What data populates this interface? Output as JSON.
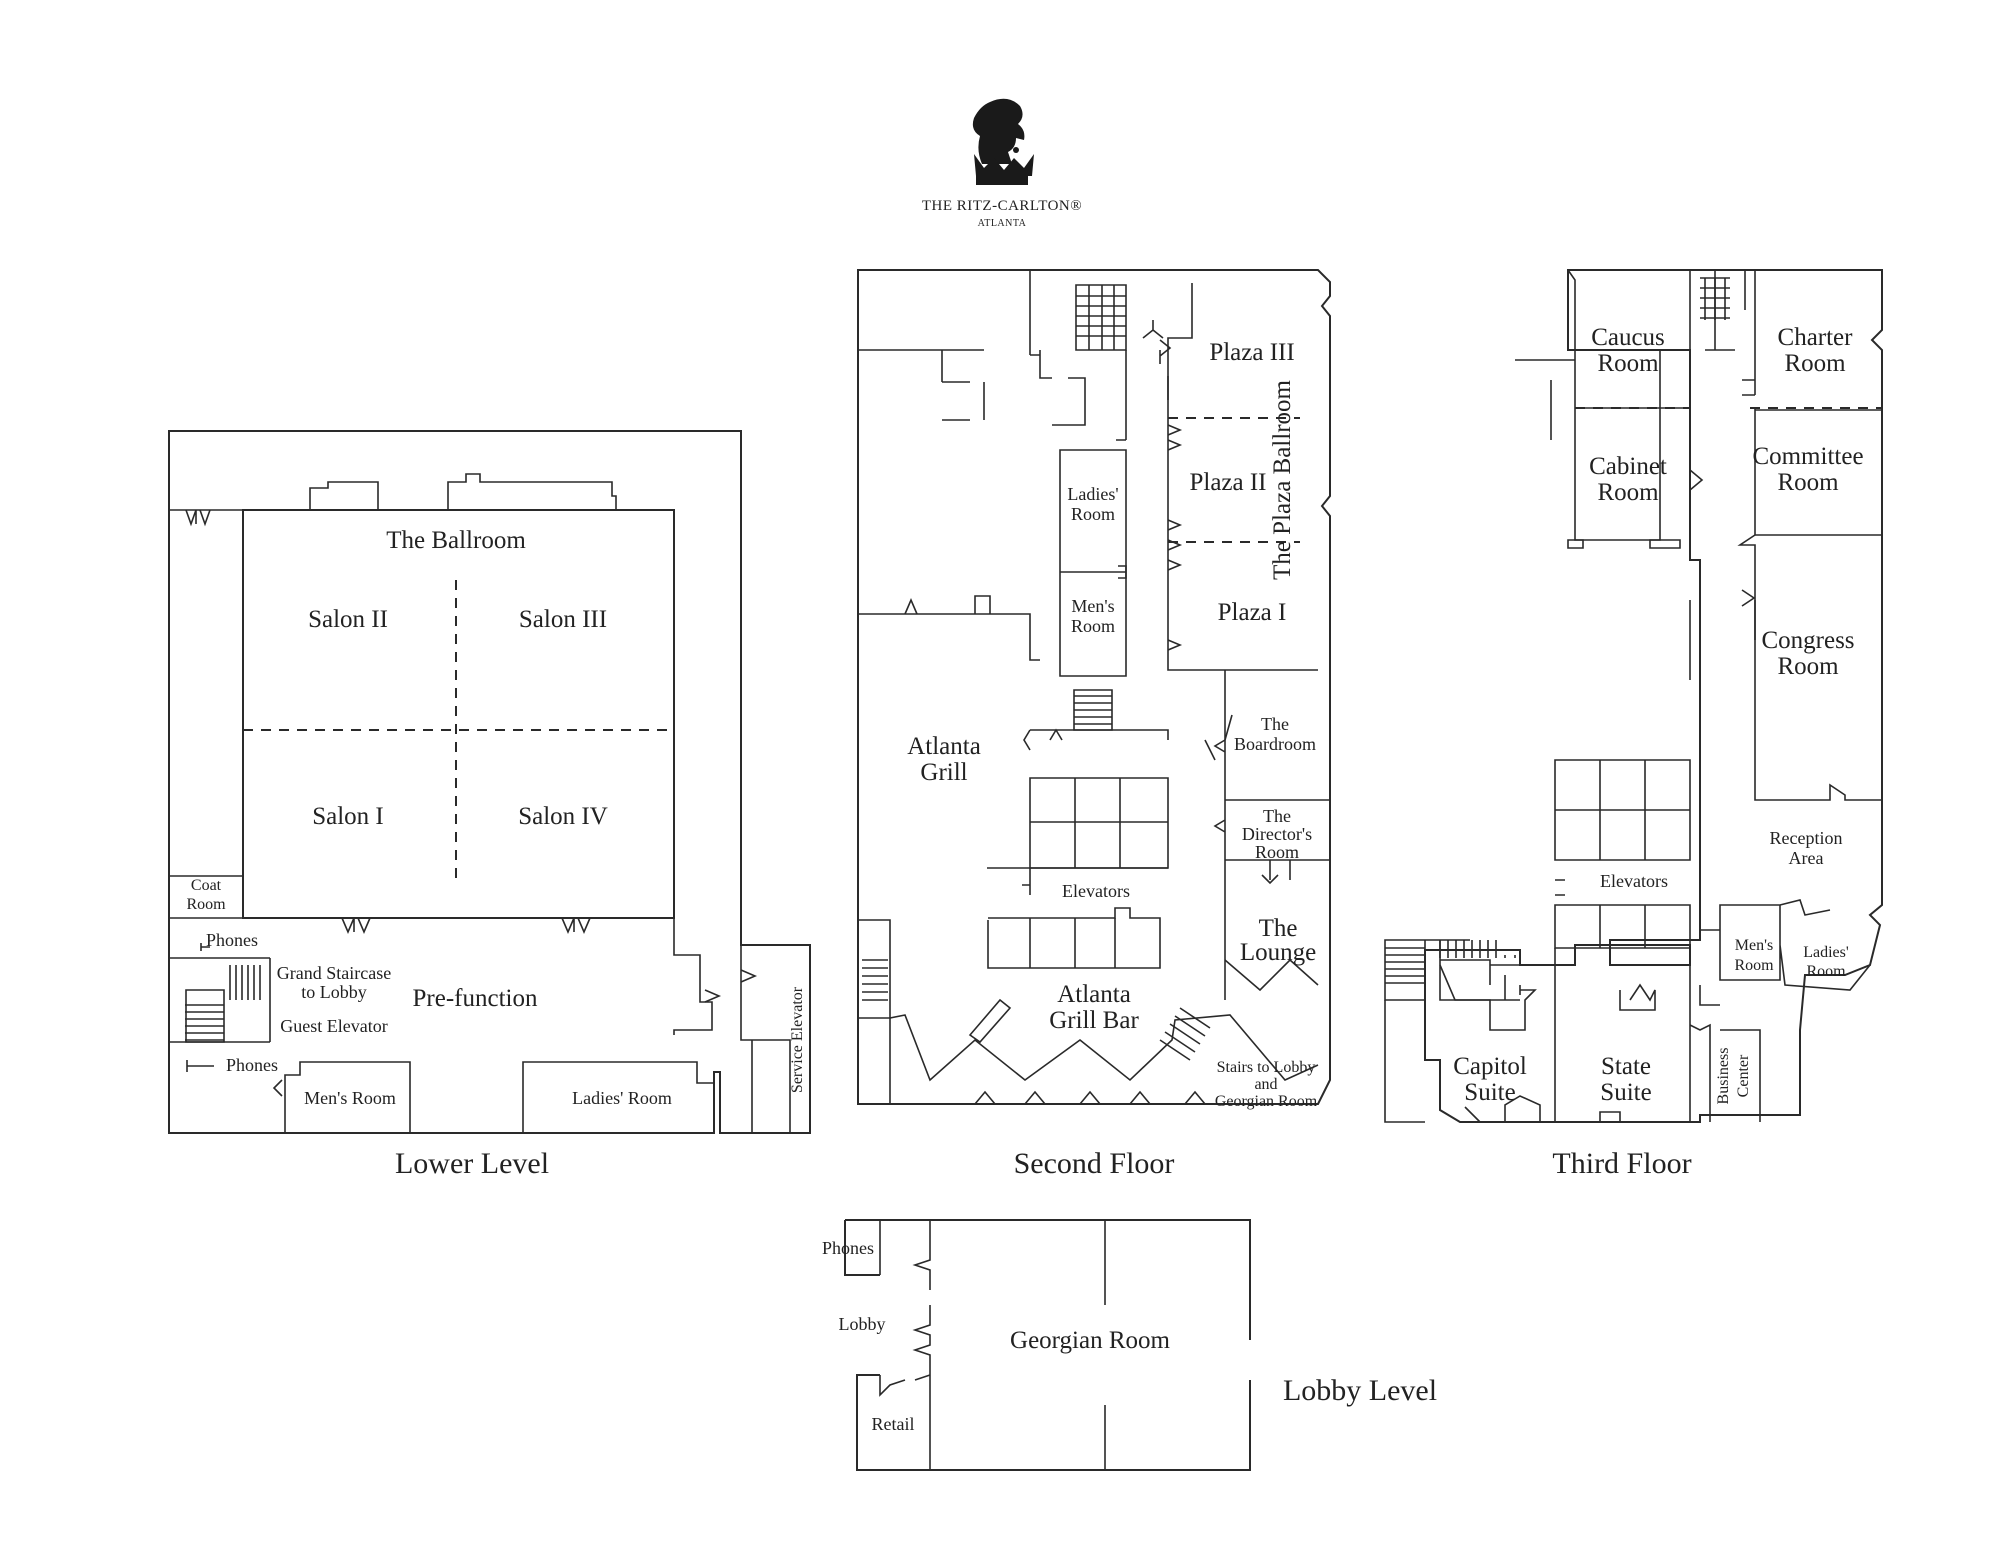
{
  "brand": {
    "name": "THE RITZ-CARLTON®",
    "location": "ATLANTA"
  },
  "floors": {
    "lower": {
      "label": "Lower Level",
      "rooms": {
        "ballroom": "The Ballroom",
        "salon2": "Salon II",
        "salon3": "Salon III",
        "salon1": "Salon I",
        "salon4": "Salon IV",
        "coat_room_1": "Coat",
        "coat_room_2": "Room",
        "phones_a": "Phones",
        "grand_staircase_1": "Grand Staircase",
        "grand_staircase_2": "to Lobby",
        "prefunction": "Pre-function",
        "guest_elevator": "Guest Elevator",
        "phones_b": "Phones",
        "mens_room": "Men's Room",
        "ladies_room": "Ladies' Room",
        "service_elevator": "Service Elevator"
      }
    },
    "second": {
      "label": "Second Floor",
      "rooms": {
        "plaza3": "Plaza III",
        "plaza2": "Plaza II",
        "plaza1": "Plaza I",
        "plaza_ballroom": "The Plaza Ballroom",
        "ladies_1": "Ladies'",
        "ladies_2": "Room",
        "mens_1": "Men's",
        "mens_2": "Room",
        "atlanta_grill_1": "Atlanta",
        "atlanta_grill_2": "Grill",
        "boardroom_1": "The",
        "boardroom_2": "Boardroom",
        "directors_1": "The",
        "directors_2": "Director's",
        "directors_3": "Room",
        "elevators": "Elevators",
        "lounge_1": "The",
        "lounge_2": "Lounge",
        "grill_bar_1": "Atlanta",
        "grill_bar_2": "Grill Bar",
        "stairs_1": "Stairs to Lobby",
        "stairs_2": "and",
        "stairs_3": "Georgian Room"
      }
    },
    "third": {
      "label": "Third Floor",
      "rooms": {
        "caucus_1": "Caucus",
        "caucus_2": "Room",
        "charter_1": "Charter",
        "charter_2": "Room",
        "cabinet_1": "Cabinet",
        "cabinet_2": "Room",
        "committee_1": "Committee",
        "committee_2": "Room",
        "congress_1": "Congress",
        "congress_2": "Room",
        "reception_1": "Reception",
        "reception_2": "Area",
        "elevators": "Elevators",
        "mens_1": "Men's",
        "mens_2": "Room",
        "ladies_1": "Ladies'",
        "ladies_2": "Room",
        "capitol_1": "Capitol",
        "capitol_2": "Suite",
        "state_1": "State",
        "state_2": "Suite",
        "business_1": "Business",
        "business_2": "Center"
      }
    },
    "lobby": {
      "label": "Lobby Level",
      "rooms": {
        "phones": "Phones",
        "lobby": "Lobby",
        "georgian": "Georgian Room",
        "retail": "Retail"
      }
    }
  }
}
